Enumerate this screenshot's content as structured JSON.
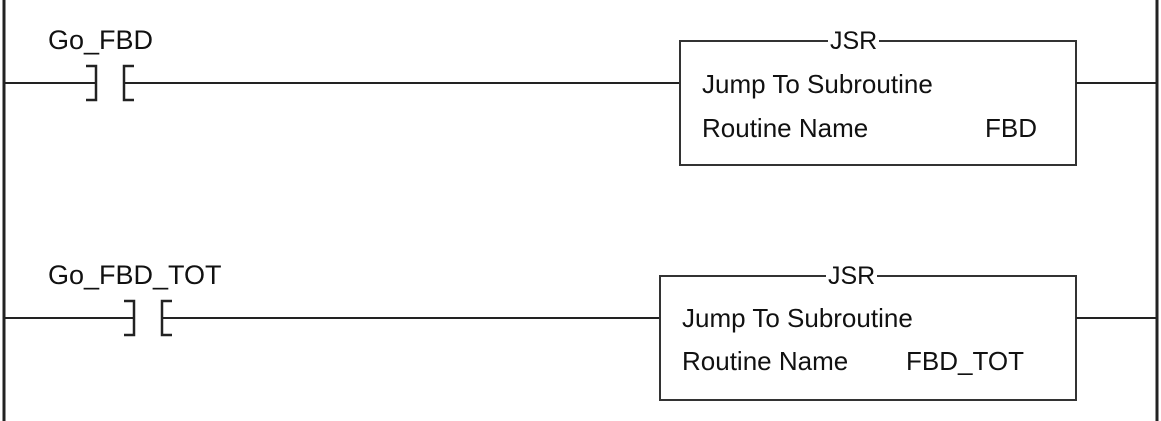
{
  "rungs": [
    {
      "contact_tag": "Go_FBD",
      "instruction": {
        "mnemonic": "JSR",
        "description": "Jump To Subroutine",
        "param_label": "Routine Name",
        "param_value": "FBD"
      }
    },
    {
      "contact_tag": "Go_FBD_TOT",
      "instruction": {
        "mnemonic": "JSR",
        "description": "Jump To Subroutine",
        "param_label": "Routine Name",
        "param_value": "FBD_TOT"
      }
    }
  ]
}
